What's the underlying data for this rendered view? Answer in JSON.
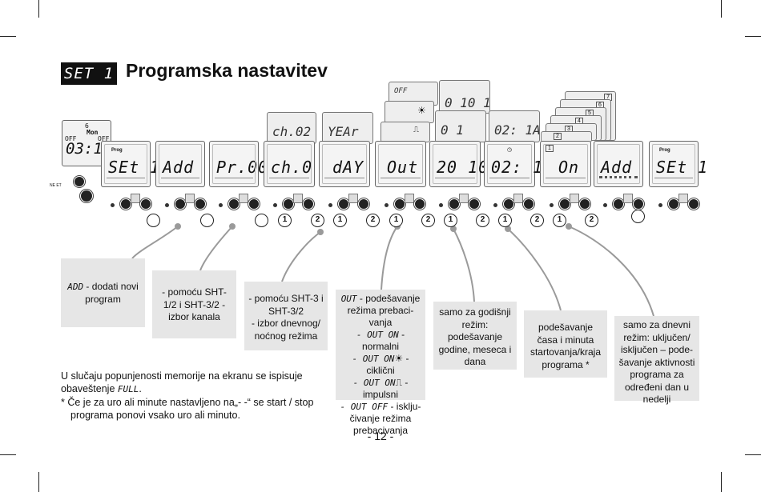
{
  "header": {
    "badge": "SET 1",
    "title": "Programska nastavitev"
  },
  "clock_display": {
    "time": "03:17",
    "left_label": "OFF",
    "right_label": "OFF",
    "day": "Mon",
    "digit": "6"
  },
  "ne_label": "NE ET",
  "screens": [
    {
      "text": "SEt 1",
      "prog": "Prog"
    },
    {
      "text": "Add",
      "prog": ""
    },
    {
      "text": "Pr.00",
      "prog": ""
    },
    {
      "text": "ch.0 1",
      "prog": ""
    },
    {
      "text": "dAY",
      "prog": ""
    },
    {
      "text": "Out",
      "prog": ""
    },
    {
      "text": "20 10",
      "prog": ""
    },
    {
      "text": "02: 18",
      "prog": ""
    },
    {
      "text": "On",
      "prog": ""
    },
    {
      "text": "Add",
      "prog": ""
    },
    {
      "text": "SEt 1",
      "prog": "Prog"
    }
  ],
  "back_screens": [
    {
      "text": "ch.02"
    },
    {
      "text": "YEAr"
    },
    {
      "text": "OFF"
    },
    {
      "text": "0 10 1"
    },
    {
      "text": "0 1"
    },
    {
      "text": "02: 1A"
    }
  ],
  "stack_numbers": [
    "7",
    "6",
    "5",
    "4",
    "3",
    "2",
    "1"
  ],
  "step_numbers": [
    "1",
    "2"
  ],
  "callouts": {
    "add": {
      "seg": "ADD",
      "text": " - dodati novi program"
    },
    "sht12": {
      "text": "- pomoću SHT-1/2 i SHT-3/2 - izbor kanala"
    },
    "sht3": {
      "line1": "- pomoću SHT-3 i SHT-3/2",
      "line2": "- izbor dnevnog/ noćnog režima"
    },
    "out": {
      "seg1": "OUT",
      "text1": " - podešavanje režima prebaci-vanja",
      "seg2": "- OUT ON",
      "text2": " - normalni",
      "seg3": "- OUT ON",
      "sym3": "☀",
      "text3": " - ciklični",
      "seg4": "- OUT ON",
      "sym4": "⎍",
      "text4": " - impulsni",
      "seg5": "- OUT OFF",
      "text5": " - isklju-čivanje režima prebacivanja"
    },
    "year": {
      "text": "samo za godišnji režim: podešavanje godine, meseca i dana"
    },
    "time": {
      "text": "podešavanje časa i minuta startovanja/kraja programa *"
    },
    "day": {
      "text": "samo za dnevni režim: uključen/ isključen – pode-šavanje aktivnosti programa za određeni dan u nedelji"
    }
  },
  "notes": {
    "line1a": "U slučaju popunjenosti memorije na ekranu se ispisuje obaveštenje ",
    "line1seg": "FULL",
    "line1b": ".",
    "line2": "* Če je za uro ali minute nastavljeno na„- -“ se start / stop programa ponovi vsako uro ali minuto."
  },
  "page_number": "- 12 -"
}
